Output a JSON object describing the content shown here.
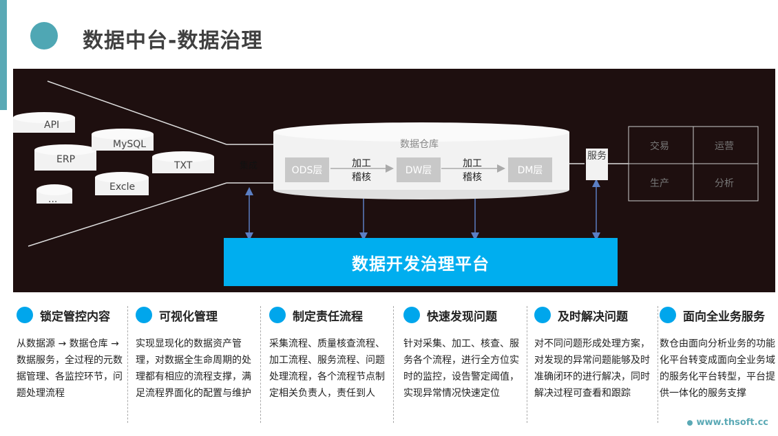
{
  "title": "数据中台-数据治理",
  "diagram": {
    "sources": [
      "API",
      "MySQL",
      "ERP",
      "TXT",
      "Excle",
      "..."
    ],
    "integration_label": "集成",
    "warehouse": {
      "title": "数据仓库",
      "layers": [
        "ODS层",
        "DW层",
        "DM层"
      ],
      "process_1": [
        "加工",
        "稽核"
      ],
      "process_2": [
        "加工",
        "稽核"
      ]
    },
    "service": "服务",
    "outputs": [
      "交易",
      "运营",
      "生产",
      "分析"
    ],
    "platform": "数据开发治理平台"
  },
  "columns": [
    {
      "title": "锁定管控内容",
      "text": "从数据源 → 数据仓库 → 数据服务，全过程的元数据管理、各监控环节，问题处理流程"
    },
    {
      "title": "可视化管理",
      "text": "实现显现化的数据资产管理，对数据全生命周期的处理都有相应的流程支撑，满足流程界面化的配置与维护"
    },
    {
      "title": "制定责任流程",
      "text": "采集流程、质量核查流程、加工流程、服务流程、问题处理流程，各个流程节点制定相关负责人，责任到人"
    },
    {
      "title": "快速发现问题",
      "text": "针对采集、加工、核查、服务各个流程，进行全方位实时的监控，设告警定阈值，实现异常情况快速定位"
    },
    {
      "title": "及时解决问题",
      "text": "对不同问题形成处理方案，对发现的异常问题能够及时准确闭环的进行解决，同时解决过程可查看和跟踪"
    },
    {
      "title": "面向全业务服务",
      "text": "数仓由面向分析业务的功能化平台转变成面向全业务域的服务化平台转型，平台提供一体化的服务支撑"
    }
  ],
  "footer": "www.thsoft.cc",
  "colors": {
    "accent": "#00aeef",
    "teal": "#4fa7b4",
    "dark_bg": "#1e0f0f"
  }
}
